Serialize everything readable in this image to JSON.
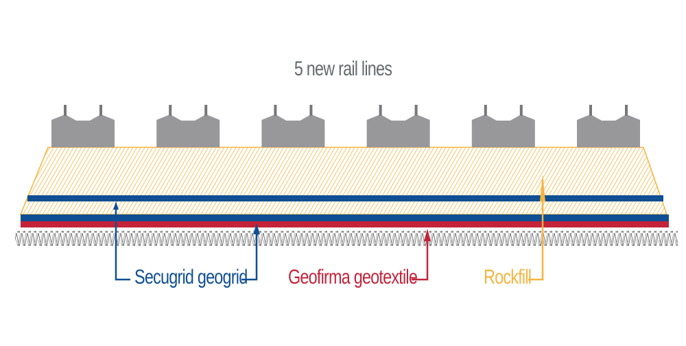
{
  "title": "5 new rail lines",
  "rail_line_count": 6,
  "colors": {
    "rockfill": "#f6b441",
    "geogrid": "#0f4f93",
    "geotextile": "#c4233a",
    "sleeper": "#98989b",
    "ground": "#7a7a7a",
    "title": "#666a6e"
  },
  "labels": {
    "secugrid": "Secugrid geogrid",
    "geofirma": "Geofirma geotextile",
    "rockfill": "Rockfill"
  },
  "icons": {
    "sleeper": "rail-sleeper-icon",
    "arrow": "arrow-up-icon"
  }
}
